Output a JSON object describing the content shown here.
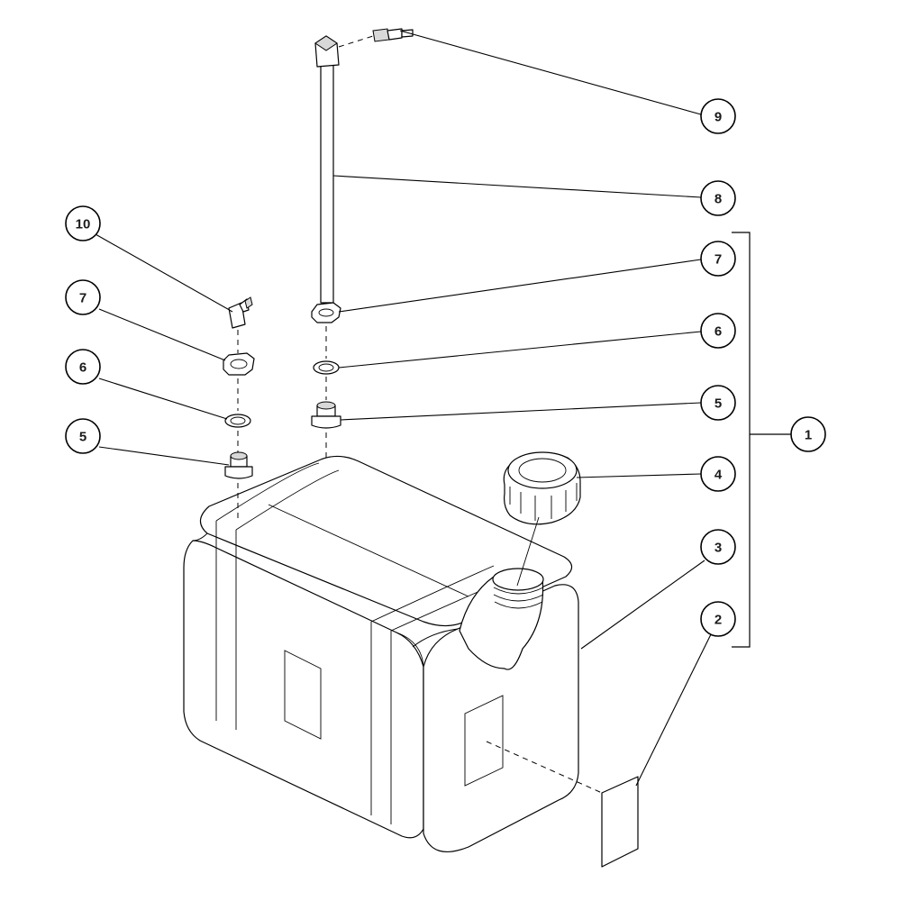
{
  "callouts": {
    "c1": "1",
    "c2": "2",
    "c3": "3",
    "c4": "4",
    "c5_right": "5",
    "c6_right": "6",
    "c7_right": "7",
    "c8": "8",
    "c9": "9",
    "c10": "10",
    "c7_left": "7",
    "c6_left": "6",
    "c5_left": "5"
  }
}
